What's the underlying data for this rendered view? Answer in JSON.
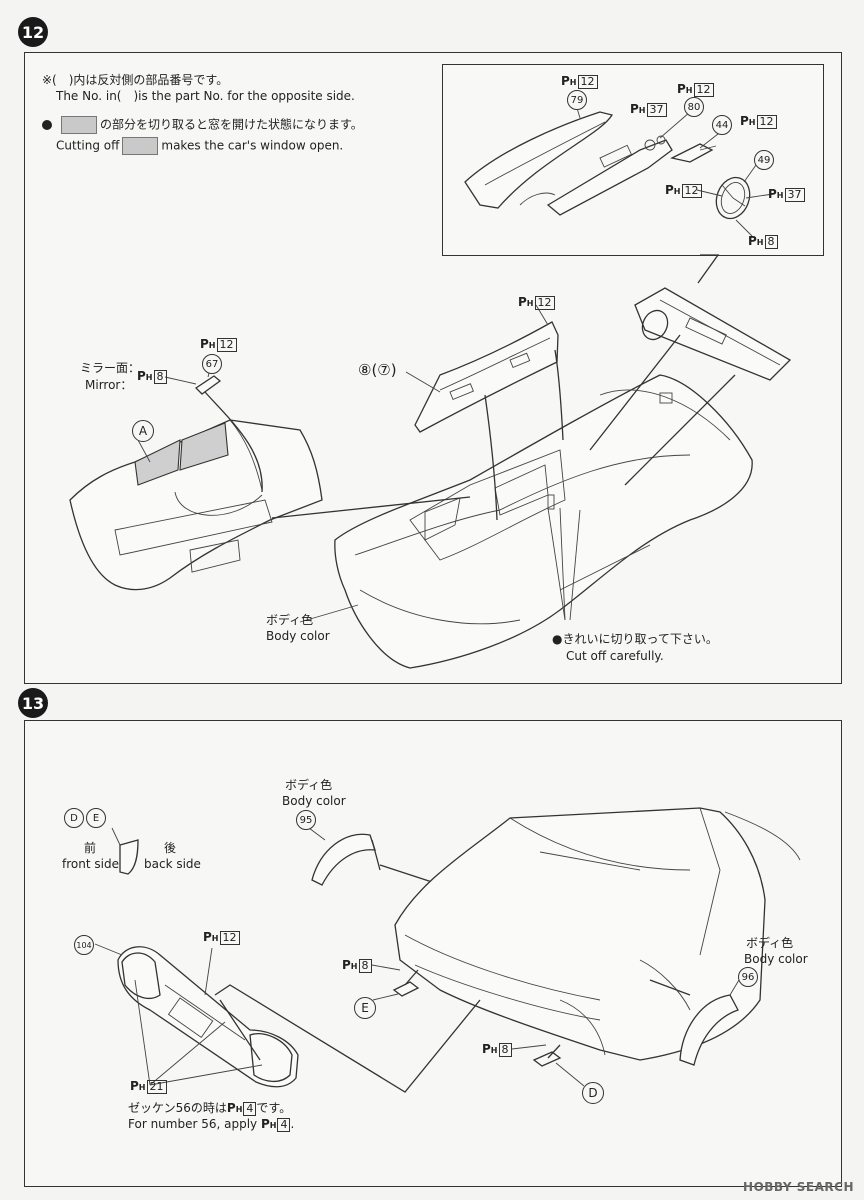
{
  "step12": {
    "number": "12",
    "note1_jp": "※(　)内は反対側の部品番号です。",
    "note1_en": "The No. in(　)is the part No. for the opposite side.",
    "note2_jp": "の部分を切り取ると窓を開けた状態になります。",
    "note2_en_pre": "Cutting off",
    "note2_en_post": "makes the car's window open.",
    "mirror_jp": "ミラー面：",
    "mirror_en": "Mirror：",
    "body_color_jp": "ボディ色",
    "body_color_en": "Body color",
    "cut_jp": "●きれいに切り取って下さい。",
    "cut_en": "Cut off carefully.",
    "label_a": "A",
    "door_parts": "⑧(⑦)",
    "parts": [
      "79",
      "80",
      "44",
      "49",
      "67"
    ],
    "ph_labels": [
      "12",
      "12",
      "37",
      "12",
      "12",
      "37",
      "8",
      "12",
      "12",
      "8"
    ]
  },
  "step13": {
    "number": "13",
    "de_label1": "D",
    "de_label2": "E",
    "front_jp": "前",
    "front_en": "front side",
    "back_jp": "後",
    "back_en": "back side",
    "body_color_jp_1": "ボディ色",
    "body_color_en_1": "Body color",
    "body_color_jp_2": "ボディ色",
    "body_color_en_2": "Body color",
    "parts": [
      "95",
      "96",
      "104"
    ],
    "ph_labels": [
      "12",
      "8",
      "8",
      "21",
      "4",
      "4"
    ],
    "label_e": "E",
    "label_d": "D",
    "zekken_jp_pre": "ゼッケン56の時は",
    "zekken_jp_post": "です。",
    "zekken_en_pre": "For number 56, apply",
    "zekken_en_post": "."
  },
  "watermark": "HOBBY SEARCH"
}
